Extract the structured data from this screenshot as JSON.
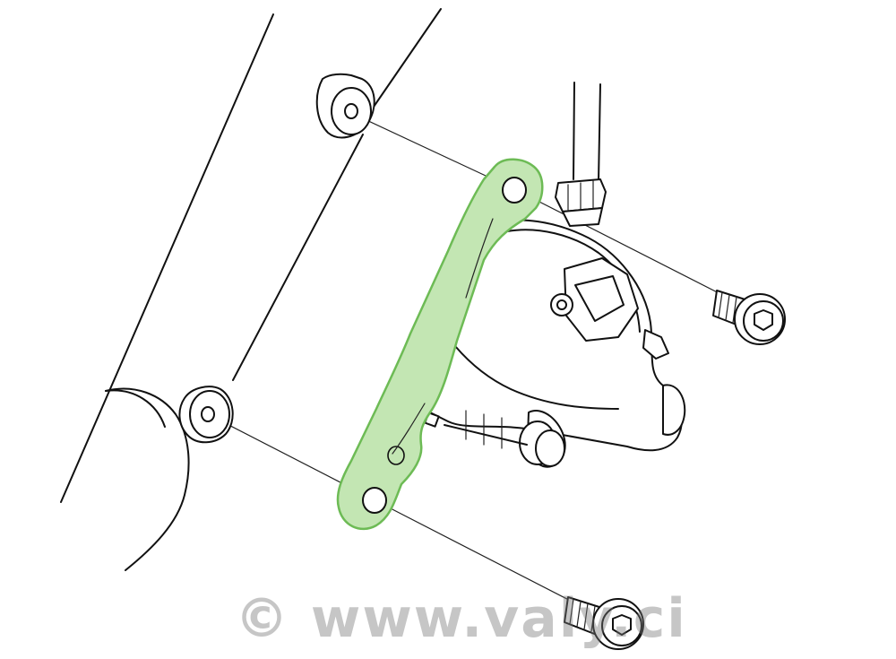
{
  "watermark": {
    "text": "© www.valy.ci"
  },
  "colors": {
    "adapter_fill": "#c3e6b3",
    "adapter_stroke": "#6dbb55",
    "line": "#111111",
    "watermark": "#9a9a9a"
  },
  "parts": [
    "fork-leg",
    "adapter-bracket",
    "brake-caliper",
    "brake-hose",
    "mount-washer-top",
    "mount-washer-bottom",
    "mount-bolt-top",
    "mount-bolt-bottom"
  ]
}
